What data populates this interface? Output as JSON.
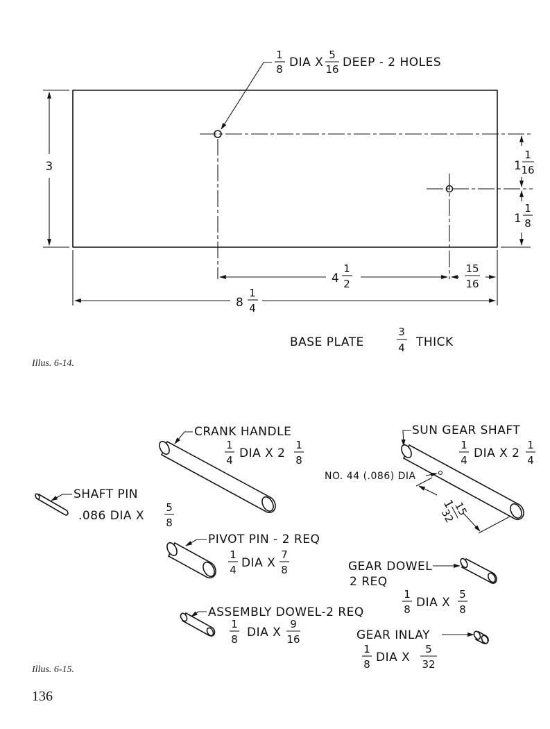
{
  "illus_6_14": {
    "caption": "Illus. 6-14.",
    "hole_note": {
      "a_num": "1",
      "a_den": "8",
      "mid": "DIA X",
      "b_num": "5",
      "b_den": "16",
      "tail": "DEEP - 2 HOLES"
    },
    "height_dim": "3",
    "upper_offset": {
      "whole": "1",
      "num": "1",
      "den": "16"
    },
    "lower_offset": {
      "whole": "1",
      "num": "1",
      "den": "8"
    },
    "hole_spacing": {
      "whole": "4",
      "num": "1",
      "den": "2"
    },
    "edge_offset": {
      "num": "15",
      "den": "16"
    },
    "overall_length": {
      "whole": "8",
      "num": "1",
      "den": "4"
    },
    "title": {
      "pre": "BASE PLATE",
      "num": "3",
      "den": "4",
      "post": "THICK"
    }
  },
  "illus_6_15": {
    "caption": "Illus. 6-15.",
    "crank_handle": {
      "name": "CRANK HANDLE",
      "a_num": "1",
      "a_den": "4",
      "mid": "DIA X 2",
      "b_num": "1",
      "b_den": "8"
    },
    "sun_gear_shaft": {
      "name": "SUN GEAR SHAFT",
      "a_num": "1",
      "a_den": "4",
      "mid": "DIA X 2",
      "b_num": "1",
      "b_den": "4",
      "hole_note": "NO. 44 (.086) DIA",
      "hole_dist": {
        "whole": "1",
        "num": "15",
        "den": "32"
      }
    },
    "shaft_pin": {
      "name": "SHAFT PIN",
      "pre": ".086 DIA X",
      "b_num": "5",
      "b_den": "8"
    },
    "pivot_pin": {
      "name": "PIVOT PIN - 2 REQ",
      "a_num": "1",
      "a_den": "4",
      "mid": "DIA X",
      "b_num": "7",
      "b_den": "8"
    },
    "gear_dowel": {
      "name": "GEAR DOWEL",
      "qty": "2 REQ",
      "a_num": "1",
      "a_den": "8",
      "mid": "DIA X",
      "b_num": "5",
      "b_den": "8"
    },
    "assembly_dowel": {
      "name": "ASSEMBLY DOWEL-2 REQ",
      "a_num": "1",
      "a_den": "8",
      "mid": "DIA X",
      "b_num": "9",
      "b_den": "16"
    },
    "gear_inlay": {
      "name": "GEAR INLAY",
      "a_num": "1",
      "a_den": "8",
      "mid": "DIA X",
      "b_num": "5",
      "b_den": "32"
    }
  },
  "page_number": "136"
}
